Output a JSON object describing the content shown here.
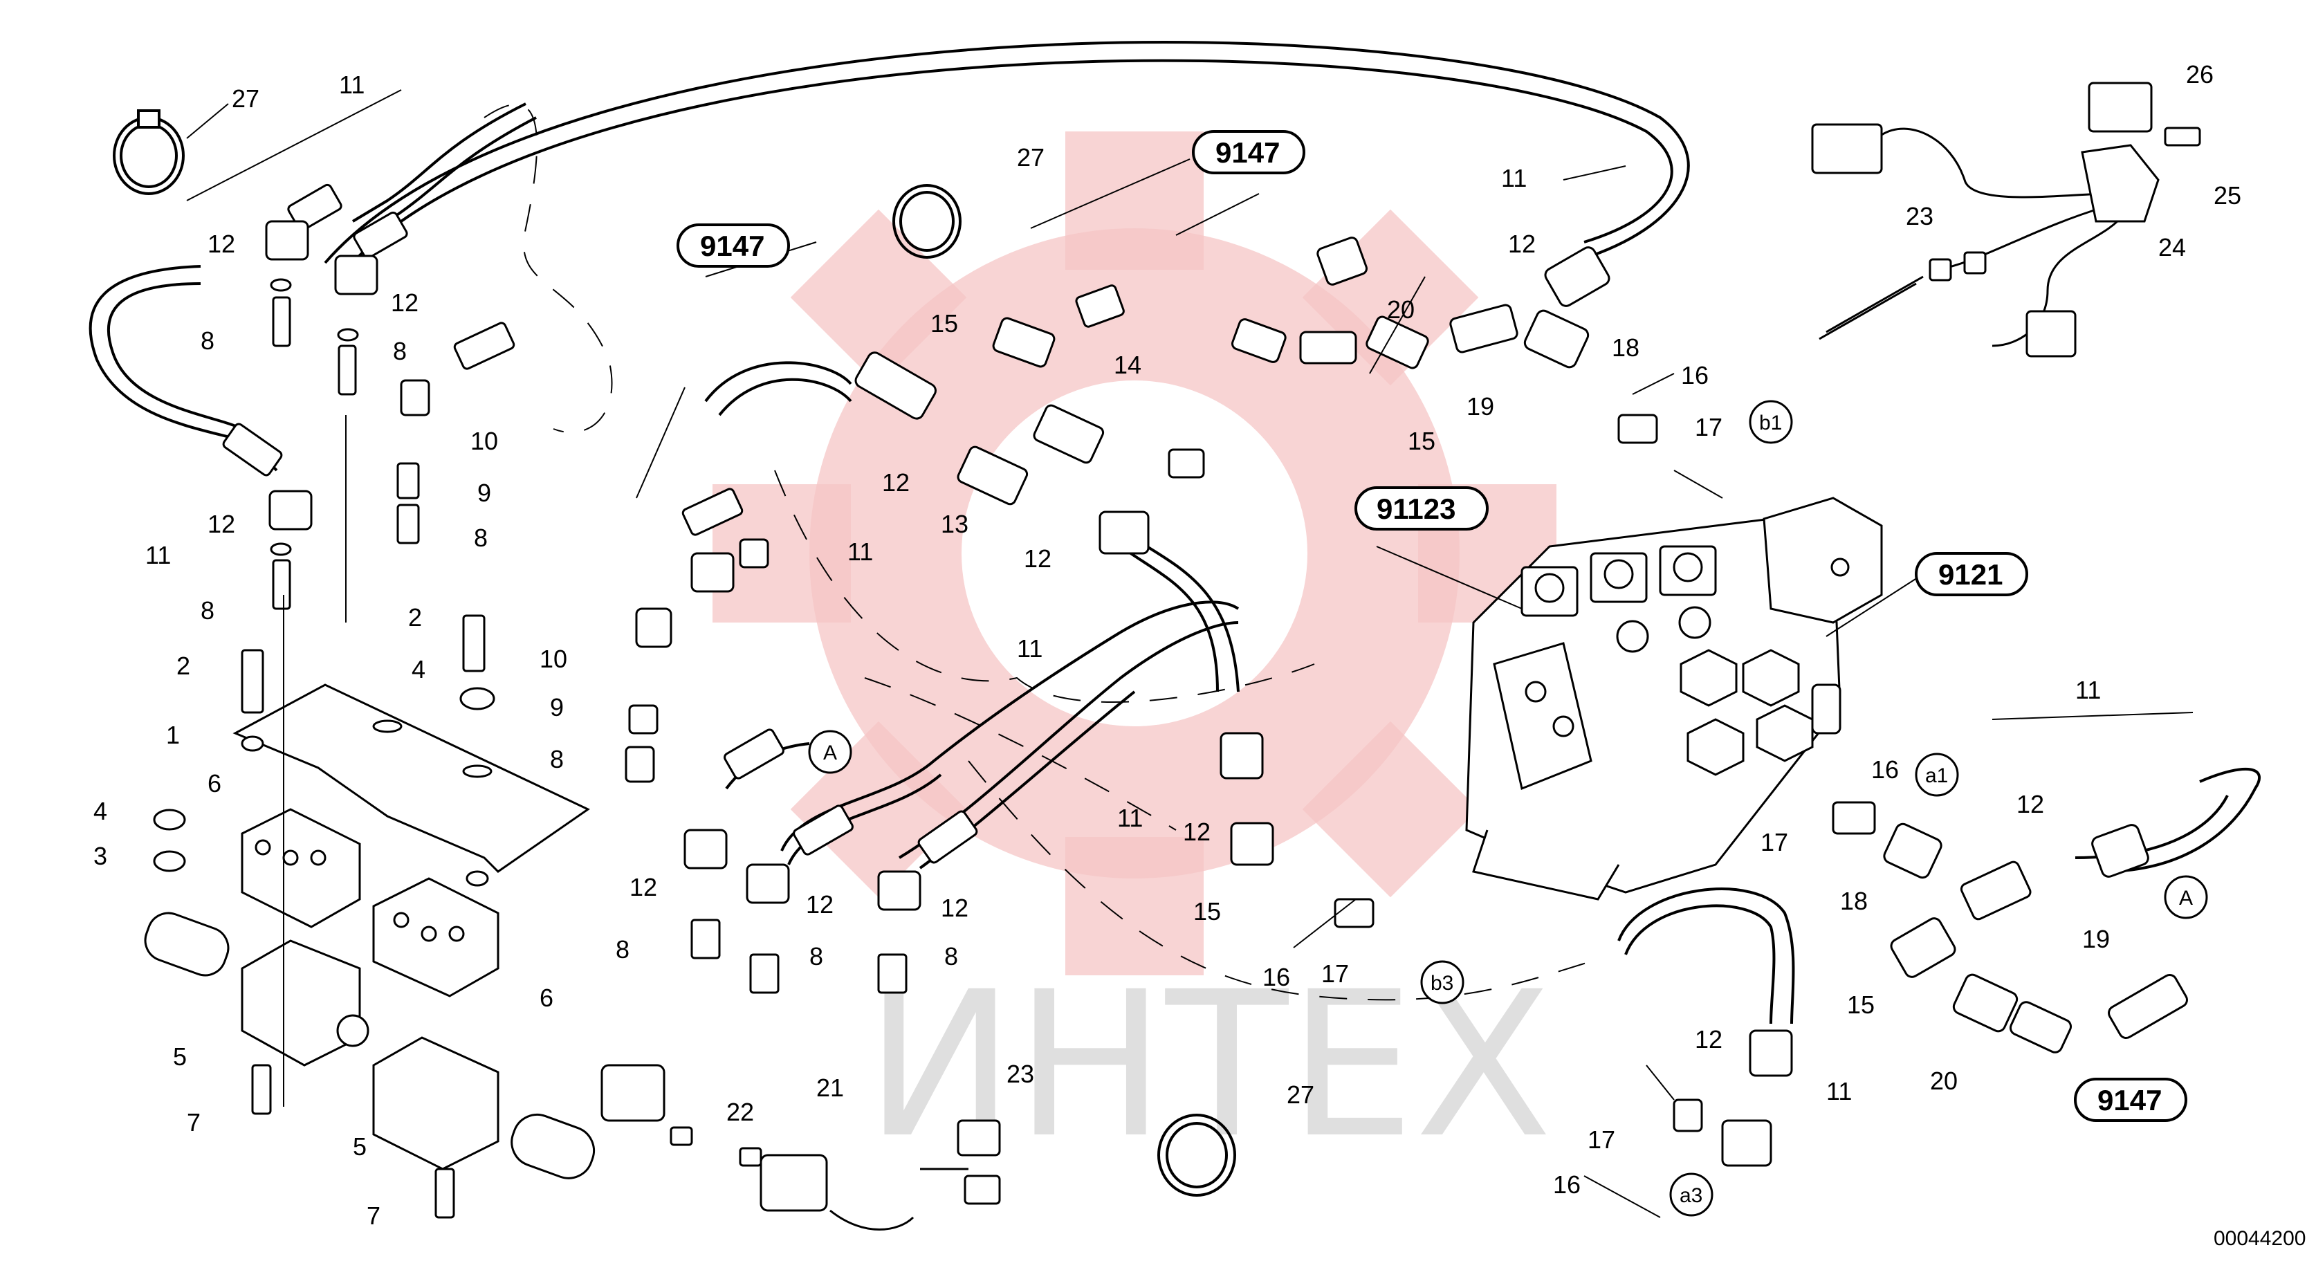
{
  "watermark": {
    "text": "ИНТЕХ",
    "gear_color": "#f6c6c6",
    "text_color": "#dcdcdc"
  },
  "document_number": "00044200",
  "assembly_refs": [
    {
      "id": "ref-9147-a",
      "text": "9147"
    },
    {
      "id": "ref-9147-b",
      "text": "9147"
    },
    {
      "id": "ref-9147-c",
      "text": "9147"
    },
    {
      "id": "ref-91123",
      "text": "91123"
    },
    {
      "id": "ref-9121",
      "text": "9121"
    }
  ],
  "connection_markers": [
    {
      "id": "marker-A-1",
      "text": "A"
    },
    {
      "id": "marker-A-2",
      "text": "A"
    },
    {
      "id": "marker-b1",
      "text": "b1"
    },
    {
      "id": "marker-b3",
      "text": "b3"
    },
    {
      "id": "marker-a1",
      "text": "a1"
    },
    {
      "id": "marker-a3",
      "text": "a3"
    }
  ],
  "part_labels": [
    "27",
    "11",
    "12",
    "8",
    "12",
    "8",
    "10",
    "9",
    "8",
    "11",
    "12",
    "8",
    "2",
    "1",
    "4",
    "3",
    "6",
    "5",
    "7",
    "2",
    "4",
    "6",
    "5",
    "7",
    "10",
    "9",
    "8",
    "12",
    "8",
    "12",
    "8",
    "12",
    "8",
    "21",
    "22",
    "23",
    "27",
    "27",
    "15",
    "14",
    "12",
    "13",
    "11",
    "12",
    "11",
    "20",
    "15",
    "19",
    "18",
    "12",
    "11",
    "16",
    "17",
    "11",
    "12",
    "15",
    "16",
    "17",
    "26",
    "25",
    "23",
    "24",
    "16",
    "17",
    "18",
    "15",
    "20",
    "19",
    "12",
    "11",
    "12",
    "11",
    "17",
    "16"
  ]
}
